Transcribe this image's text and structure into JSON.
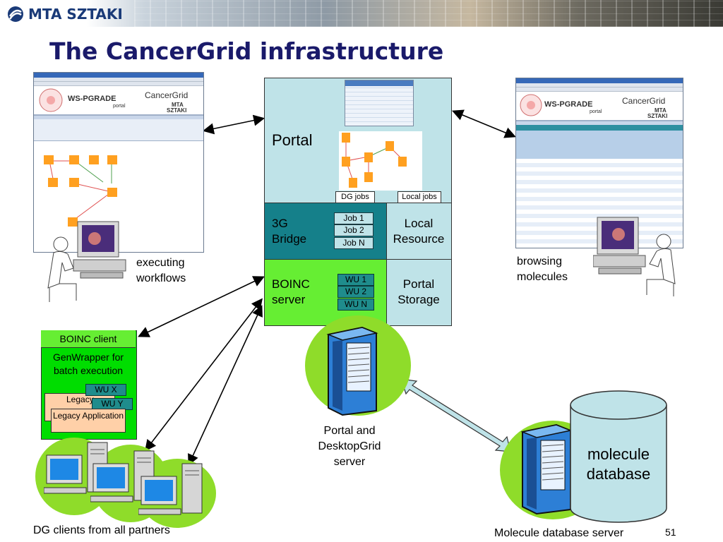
{
  "header": {
    "logo_text": "MTA SZTAKI",
    "title": "The CancerGrid infrastructure"
  },
  "left_screenshot": {
    "window_title": "PGrade Grid portal - Mozilla Firefox",
    "brand_ws": "WS-PGRADE",
    "brand_portal": "portal",
    "brand_cancergrid": "CancerGrid",
    "brand_mta": "MTA",
    "brand_sztaki": "SZTAKI"
  },
  "right_screenshot": {
    "window_title": "PGrade Grid portal - Mozilla Firefox",
    "brand_ws": "WS-PGRADE",
    "brand_portal": "portal",
    "brand_cancergrid": "CancerGrid",
    "brand_mta": "MTA",
    "brand_sztaki": "SZTAKI"
  },
  "captions": {
    "executing": "executing workflows",
    "browsing": "browsing molecules",
    "portal_server": "Portal and DesktopGrid server",
    "dg_clients": "DG clients from all partners",
    "db_server": "Molecule database server",
    "page_number": "51"
  },
  "portal": {
    "label": "Portal",
    "dg_jobs": "DG jobs",
    "local_jobs": "Local jobs",
    "bridge_label": "3G Bridge",
    "jobs": [
      "Job 1",
      "Job 2",
      "Job N"
    ],
    "local_resource": "Local Resource",
    "boinc_server": "BOINC server",
    "wus": [
      "WU 1",
      "WU 2",
      "WU N"
    ],
    "portal_storage": "Portal Storage"
  },
  "client": {
    "boinc_client": "BOINC client",
    "genwrapper": "GenWrapper for batch execution",
    "wu_x": "WU X",
    "wu_y": "WU Y",
    "legacy_back": "Legacy",
    "legacy_front": "Legacy Application"
  },
  "database": {
    "label": "molecule database"
  },
  "colors": {
    "title": "#1a1a6a",
    "portal_bg": "#bfe3e8",
    "bridge_bg": "#15808a",
    "boinc_bg": "#66ee33",
    "client_bg": "#00dd00",
    "blob_green": "#8fdc2a"
  },
  "icons": [
    "sztaki-logo-icon",
    "person-at-computer-icon",
    "server-tower-icon",
    "client-computer-icon",
    "database-cylinder-icon",
    "double-arrow-icon"
  ]
}
